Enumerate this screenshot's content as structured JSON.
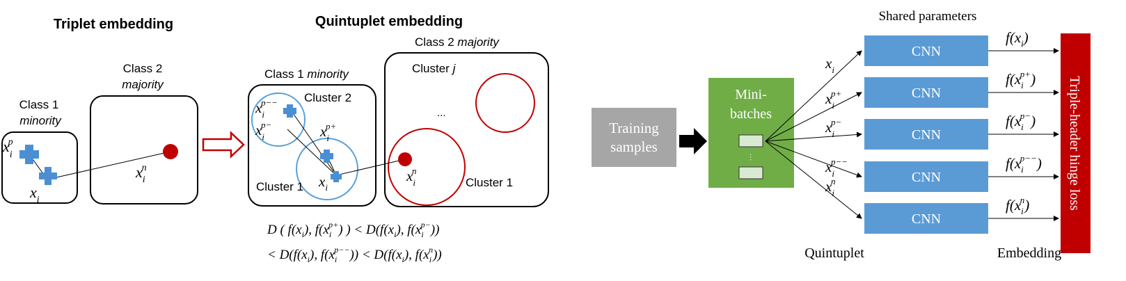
{
  "triplet": {
    "title": "Triplet embedding",
    "class1_label": "Class 1",
    "class1_sub": "minority",
    "class2_label": "Class 2",
    "class2_sub": "majority",
    "x_p_base": "x",
    "x_p_sub": "i",
    "x_p_sup": "p",
    "x_i_base": "x",
    "x_i_sub": "i",
    "x_n_base": "x",
    "x_n_sub": "i",
    "x_n_sup": "n"
  },
  "quintuplet": {
    "title": "Quintuplet embedding",
    "class1_label": "Class 1 ",
    "class1_sub": "minority",
    "class2_label": "Class 2 ",
    "class2_sub": "majority",
    "cluster2_label": "Cluster 2",
    "cluster1_label": "Cluster 1",
    "clusterj_label": "Cluster ",
    "clusterj_italic": "j",
    "cluster1_red_label": "Cluster 1",
    "ellipsis": "...",
    "x_pmm_base": "x",
    "x_pmm_sub": "i",
    "x_pmm_sup": "p−−",
    "x_pm_base": "x",
    "x_pm_sub": "i",
    "x_pm_sup": "p−",
    "x_pp_base": "x",
    "x_pp_sub": "i",
    "x_pp_sup": "p+",
    "x_i_base": "x",
    "x_i_sub": "i",
    "x_n_base": "x",
    "x_n_sub": "i",
    "x_n_sup": "n"
  },
  "formula": {
    "line1_a": "D ( f(x",
    "line1_a_sub": "i",
    "line1_b": "), f(x",
    "line1_b_sub": "i",
    "line1_b_sup": "p+",
    "line1_c": ") ) < D(f(x",
    "line1_c_sub": "i",
    "line1_d": "), f(x",
    "line1_d_sub": "i",
    "line1_d_sup": "p−",
    "line1_e": "))",
    "line2_a": "< D(f(x",
    "line2_a_sub": "i",
    "line2_b": "), f(x",
    "line2_b_sub": "i",
    "line2_b_sup": "p−−",
    "line2_c": ")) < D(f(x",
    "line2_c_sub": "i",
    "line2_d": "), f(x",
    "line2_d_sub": "i",
    "line2_d_sup": "n",
    "line2_e": "))"
  },
  "pipeline": {
    "training_line1": "Training",
    "training_line2": "samples",
    "minibatch_line1": "Mini-",
    "minibatch_line2": "batches",
    "minibatch_dots": "···",
    "shared_params": "Shared parameters",
    "cnn_label": "CNN",
    "quintuplet_label": "Quintuplet",
    "embedding_label": "Embedding",
    "loss_label": "Triple-header hinge loss",
    "inputs": [
      {
        "base": "x",
        "sub": "i",
        "sup": ""
      },
      {
        "base": "x",
        "sub": "i",
        "sup": "p+"
      },
      {
        "base": "x",
        "sub": "i",
        "sup": "p−"
      },
      {
        "base": "x",
        "sub": "i",
        "sup": "p−−"
      },
      {
        "base": "x",
        "sub": "i",
        "sup": "n"
      }
    ],
    "outputs": [
      {
        "pre": "f(x",
        "sub": "i",
        "sup": "",
        "post": ")"
      },
      {
        "pre": "f(x",
        "sub": "i",
        "sup": "p+",
        "post": ")"
      },
      {
        "pre": "f(x",
        "sub": "i",
        "sup": "p−",
        "post": ")"
      },
      {
        "pre": "f(x",
        "sub": "i",
        "sup": "p−−",
        "post": ")"
      },
      {
        "pre": "f(x",
        "sub": "i",
        "sup": "n",
        "post": ")"
      }
    ]
  },
  "colors": {
    "blue_point": "#4a8fd4",
    "red_point": "#c00000",
    "red_circle": "#c00000",
    "blue_circle": "#5aa0d8",
    "cnn_fill": "#5b9bd5",
    "minibatch_fill": "#70ad47",
    "training_fill": "#a6a6a6",
    "loss_fill": "#c00000",
    "chip_fill": "#d9ead3"
  }
}
